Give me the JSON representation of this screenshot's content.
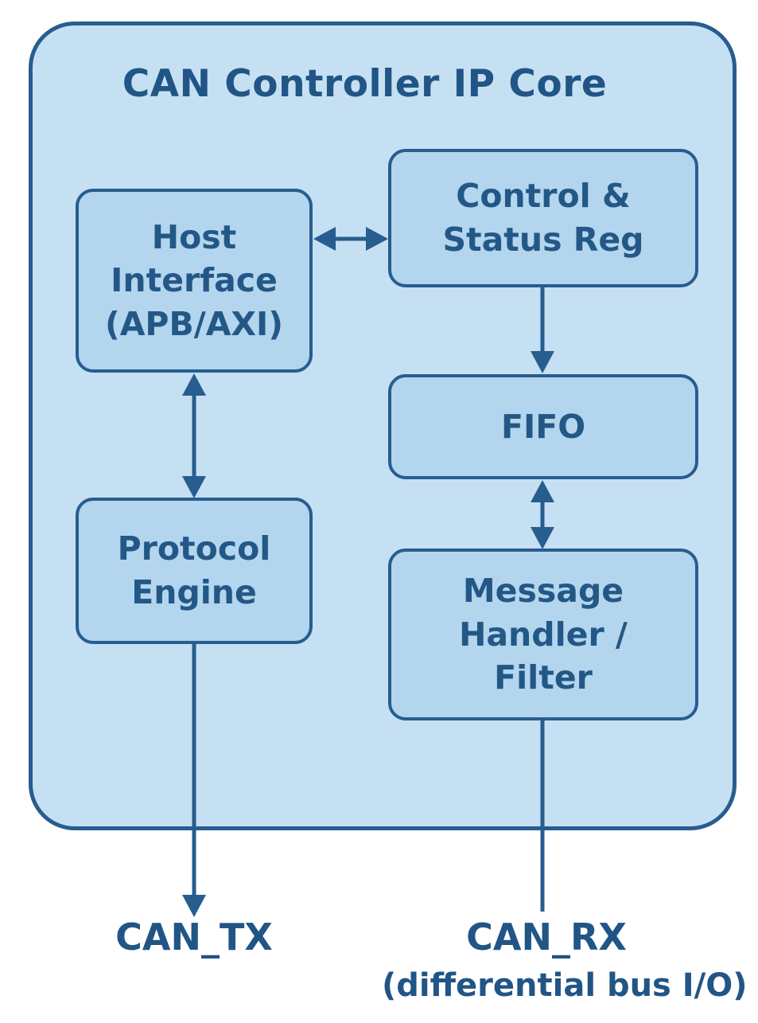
{
  "diagram": {
    "title": "CAN Controller IP Core",
    "blocks": {
      "host_interface": "Host\nInterface\n(APB/AXI)",
      "control_status": "Control &\nStatus Reg",
      "fifo": "FIFO",
      "protocol_engine": "Protocol\nEngine",
      "message_handler": "Message\nHandler /\nFilter"
    },
    "ports": {
      "tx": "CAN_TX",
      "rx": "CAN_RX",
      "rx_note": "(differential bus I/O)"
    },
    "colors": {
      "stroke": "#275d8f",
      "outer_fill": "#c6e0f3",
      "block_fill": "#b3d5ee",
      "text": "#215585"
    }
  }
}
